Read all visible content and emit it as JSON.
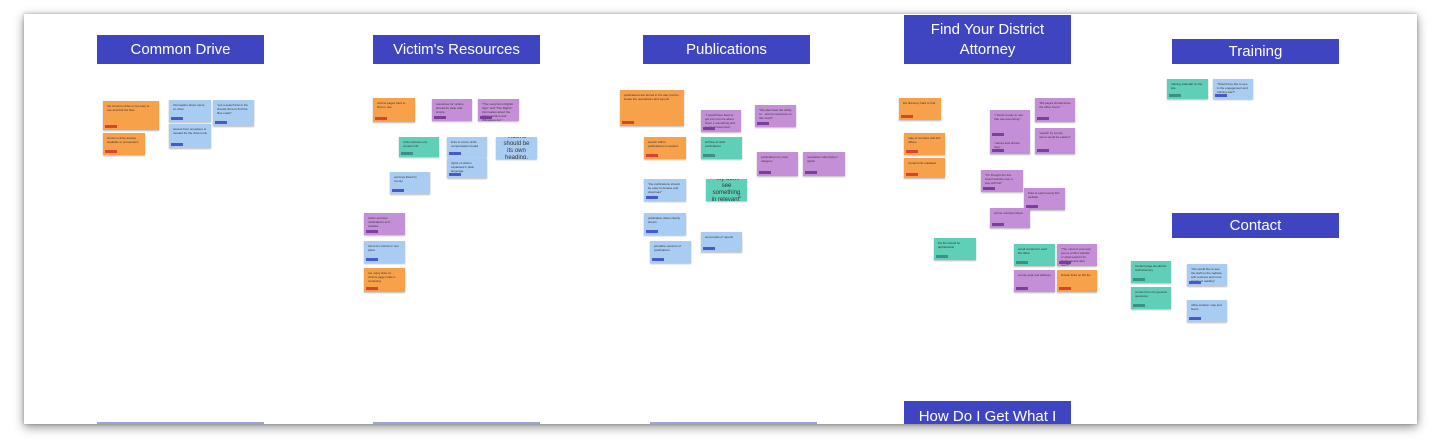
{
  "headers": {
    "common_drive": "Common Drive",
    "victims_resources": "Victim's Resources",
    "publications": "Publications",
    "find_your_da": "Find Your District Attorney",
    "training": "Training",
    "contact": "Contact",
    "how_do_i": "How Do I Get What I"
  },
  "notes": {
    "vr_victims_heading": "Victims should be its own heading.",
    "vr_long_form": "\"The Long Form Rights Sign\" and \"The Rights\" information about the Crime Victims and Witnesses Act.\"",
    "pub_ideal_topic": "\"I would have liked to get into into the about Topic 1 something and is out of resources\"",
    "pub_need_section": "\"We also have the ability to... and its resources on this reach\"",
    "pub_dont_see": "\"My don't see something in relevant\"",
    "da_found_it_easy": "\"I found it easy to use that use something\"",
    "da_thought_list": "\"I'm thought the full-board website user a way with list\"",
    "da_mind_of_your": "\"The mind of your own you to a DA's website or what would it do, finding active who over?\"",
    "tr_would_like": "\"Would they like to see in the engagement and training site?\"",
    "ct_would_like": "\"We would like to see the staff on the website with a phone and more simple of reading\""
  }
}
